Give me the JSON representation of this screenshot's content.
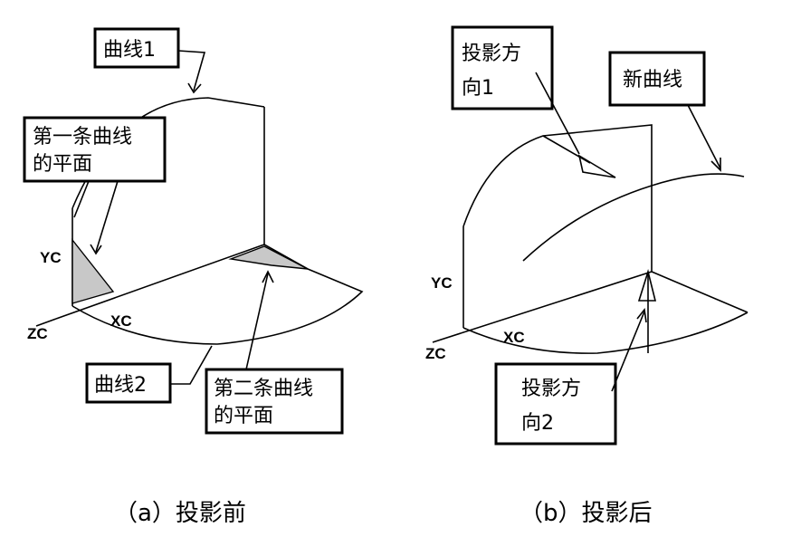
{
  "panel_a": {
    "callout_curve1": "曲线1",
    "callout_plane1_line1": "第一条曲线",
    "callout_plane1_line2": "的平面",
    "callout_curve2": "曲线2",
    "callout_plane2_line1": "第二条曲线",
    "callout_plane2_line2": "的平面",
    "axis_yc": "YC",
    "axis_zc": "ZC",
    "axis_xc": "XC",
    "caption": "（a）投影前"
  },
  "panel_b": {
    "callout_dir1_line1": "投影方",
    "callout_dir1_line2": "向1",
    "callout_newcurve": "新曲线",
    "callout_dir2_line1": "投影方",
    "callout_dir2_line2": "向2",
    "axis_yc": "YC",
    "axis_zc": "ZC",
    "axis_xc": "XC",
    "caption": "（b）投影后"
  }
}
